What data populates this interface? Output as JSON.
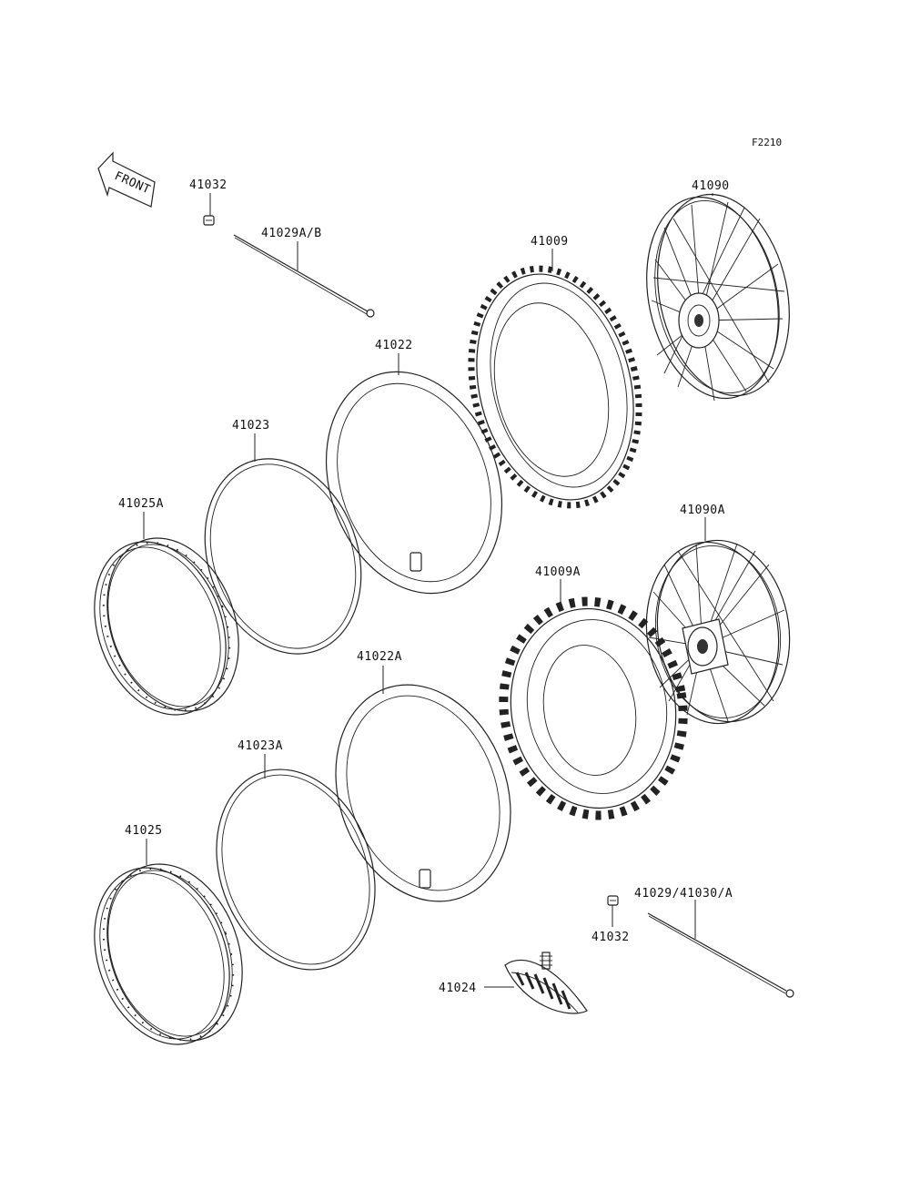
{
  "figure_code": "F2210",
  "front_label": "FRONT",
  "parts": {
    "p41032_top": "41032",
    "p41029ab": "41029A/B",
    "p41022": "41022",
    "p41009": "41009",
    "p41090": "41090",
    "p41023": "41023",
    "p41025a": "41025A",
    "p41090a": "41090A",
    "p41009a": "41009A",
    "p41022a": "41022A",
    "p41023a": "41023A",
    "p41025": "41025",
    "p41029_41030a": "41029/41030/A",
    "p41032_bottom": "41032",
    "p41024": "41024"
  }
}
